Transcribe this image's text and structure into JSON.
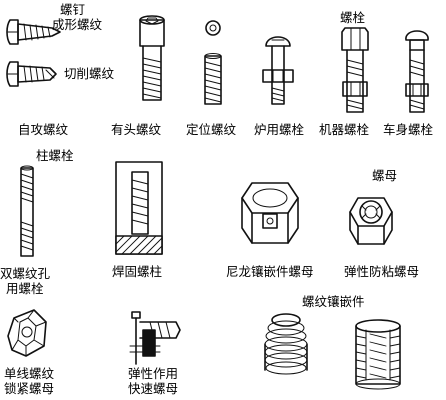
{
  "row1": {
    "self_tap_group": {
      "title_line1": "螺钉",
      "title_line2": "成形螺纹",
      "sub": "切削螺纹",
      "caption": "自攻螺纹"
    },
    "headed": "有头螺纹",
    "set_screw": "定位螺纹",
    "furnace_bolt": "炉用螺栓",
    "bolt_group": "螺栓",
    "machine_bolt": "机器螺栓",
    "carriage_bolt": "车身螺栓"
  },
  "row2": {
    "stud_group": "柱螺栓",
    "double_end_line1": "双螺纹孔",
    "double_end_line2": "用螺栓",
    "weld_stud": "焊固螺柱",
    "nut_group": "螺母",
    "nylon_insert_nut": "尼龙镶嵌件螺母",
    "elastic_stop_nut": "弹性防粘螺母"
  },
  "row3": {
    "insert_group": "螺纹镶嵌件",
    "single_thread_line1": "单线螺纹",
    "single_thread_line2": "锁紧螺母",
    "spring_nut_line1": "弹性作用",
    "spring_nut_line2": "快速螺母"
  }
}
